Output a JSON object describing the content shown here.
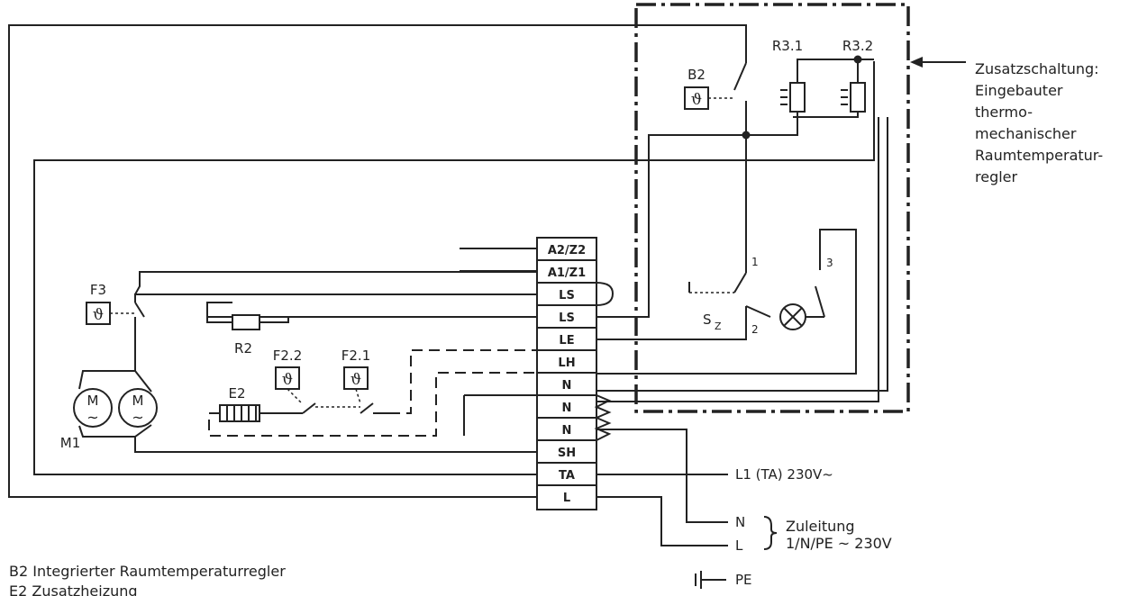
{
  "terminals": [
    "A2/Z2",
    "A1/Z1",
    "LS",
    "LS",
    "LE",
    "LH",
    "N",
    "N",
    "N",
    "SH",
    "TA",
    "L"
  ],
  "components": {
    "b2": "B2",
    "r31": "R3.1",
    "r32": "R3.2",
    "f3": "F3",
    "r2": "R2",
    "f22": "F2.2",
    "f21": "F2.1",
    "e2": "E2",
    "m1": "M1",
    "m_sym": "M",
    "sz": "S",
    "sz_sub": "Z",
    "sw1": "1",
    "sw2": "2",
    "sw3": "3"
  },
  "annotation": [
    "Zusatzschaltung:",
    "Eingebauter",
    "thermo-",
    "mechanischer",
    "Raumtemperatur-",
    "regler"
  ],
  "supply": {
    "ta": "L1 (TA)  230V~",
    "n": "N",
    "l": "L",
    "pe": "PE",
    "zuleitung": "Zuleitung",
    "zuleitung_spec": "1/N/PE ~ 230V"
  },
  "legend": [
    "B2  Integrierter  Raumtemperaturregler",
    "E2 Zusatzheizung"
  ]
}
